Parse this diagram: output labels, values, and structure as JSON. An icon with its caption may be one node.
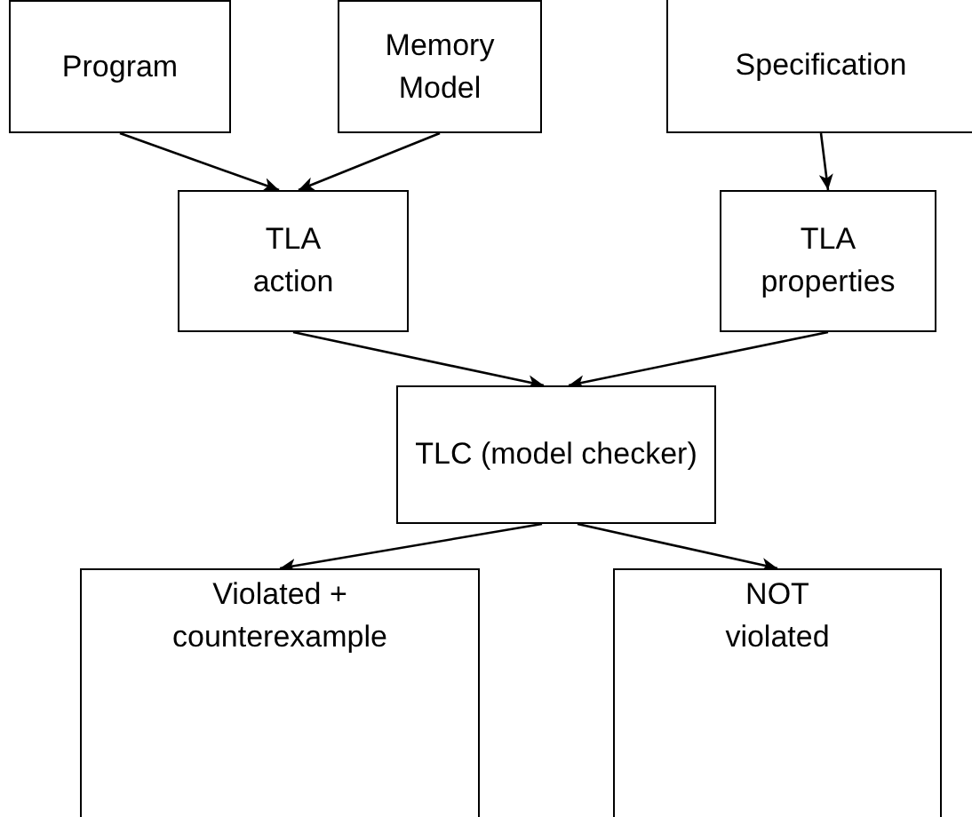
{
  "diagram": {
    "nodes": [
      {
        "text": [
          "Program"
        ]
      },
      {
        "text": [
          "Memory Model"
        ]
      },
      {
        "text": [
          "Specification"
        ]
      },
      {
        "text": [
          "TLA action"
        ]
      },
      {
        "text": [
          "TLA properties"
        ]
      },
      {
        "text": [
          "TLC (model checker)"
        ]
      },
      {
        "text": [
          "Violated + counterexample"
        ]
      },
      {
        "text": [
          "NOT violated"
        ]
      }
    ],
    "edges": [
      {
        "from": 0,
        "to": 3,
        "arrow": "to"
      },
      {
        "from": 1,
        "to": 3,
        "arrow": "to"
      },
      {
        "from": 2,
        "to": 4,
        "arrow": "to"
      },
      {
        "from": 3,
        "to": 5,
        "arrow": "to"
      },
      {
        "from": 4,
        "to": 5,
        "arrow": "to"
      },
      {
        "from": 5,
        "to": 6,
        "arrow": "to"
      },
      {
        "from": 5,
        "to": 7,
        "arrow": "to"
      }
    ]
  }
}
